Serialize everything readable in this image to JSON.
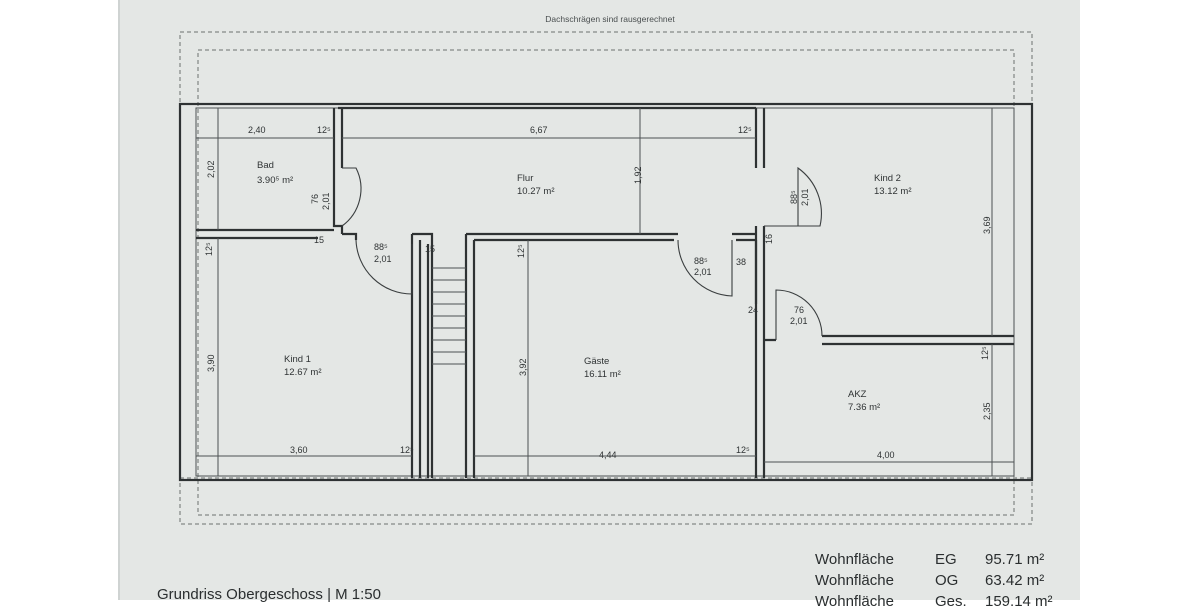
{
  "header_note": "Dachschrägen sind rausgerechnet",
  "rooms": [
    {
      "name": "Bad",
      "area": "3.90⁵ m²"
    },
    {
      "name": "Flur",
      "area": "10.27 m²"
    },
    {
      "name": "Kind 2",
      "area": "13.12 m²"
    },
    {
      "name": "Kind 1",
      "area": "12.67 m²"
    },
    {
      "name": "Gäste",
      "area": "16.11 m²"
    },
    {
      "name": "AKZ",
      "area": "7.36 m²"
    }
  ],
  "dimensions": {
    "d_240": "2,40",
    "d_12a": "12⁵",
    "d_667": "6,67",
    "d_12b": "12⁵",
    "d_202": "2,02",
    "d_76a": "76",
    "d_201a": "2,01",
    "d_192": "1,92",
    "d_885a": "88⁵",
    "d_201b": "2,01",
    "d_15a": "15",
    "d_885b": "88⁵",
    "d_201c": "2,01",
    "d_15b": "15",
    "d_12c": "12⁵",
    "d_12d": "12⁵",
    "d_885c": "88⁵",
    "d_201d": "2,01",
    "d_38": "38",
    "d_16": "16",
    "d_369": "3,69",
    "d_24": "24",
    "d_76b": "76",
    "d_201e": "2,01",
    "d_12e": "12⁵",
    "d_390": "3,90",
    "d_392": "3,92",
    "d_235": "2,35",
    "d_360": "3,60",
    "d_12f": "12⁵",
    "d_444": "4,44",
    "d_12g": "12⁵",
    "d_400": "4,00"
  },
  "summary": [
    {
      "label": "Wohnfläche",
      "floor": "EG",
      "value": "95.71 m²"
    },
    {
      "label": "Wohnfläche",
      "floor": "OG",
      "value": "63.42 m²"
    },
    {
      "label": "Wohnfläche",
      "floor": "Ges.",
      "value": "159.14 m²"
    }
  ],
  "caption": "Grundriss Obergeschoss | M 1:50"
}
